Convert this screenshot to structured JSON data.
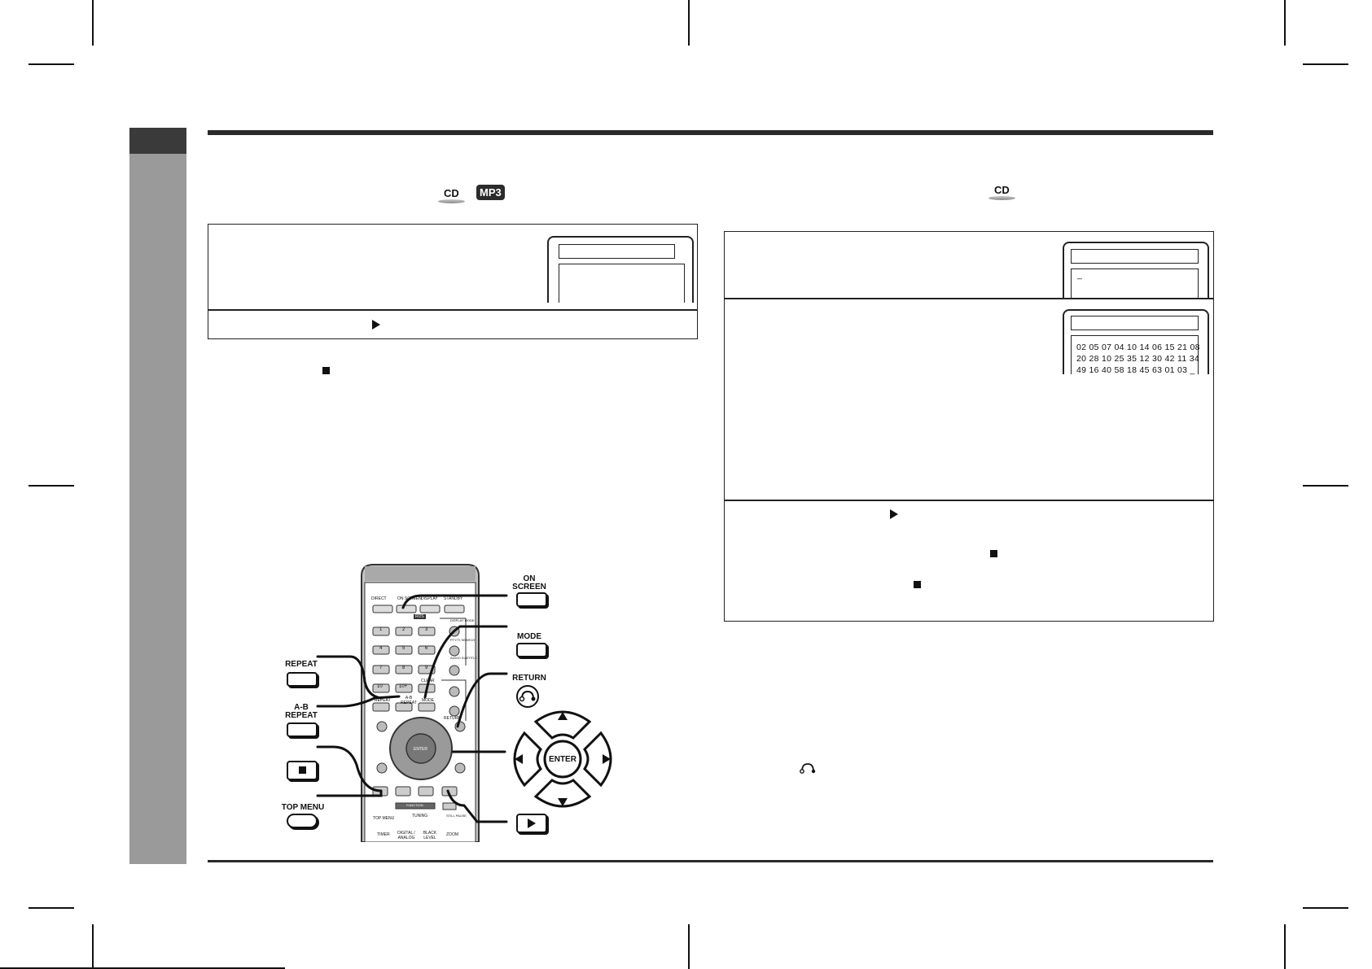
{
  "badges": {
    "cd": "CD",
    "mp3": "MP3"
  },
  "osd": {
    "bottom_cursor": "_",
    "track_row_1": "02 05 07 04 10 14 06 15 21 08",
    "track_row_2": "20 28 10 25 35 12 30 42 11 34",
    "track_row_3": "49 16 40 58 18 45 63 01 03 _"
  },
  "remote": {
    "callouts": {
      "on_screen": "ON\nSCREEN",
      "mode": "MODE",
      "return": "RETURN",
      "repeat": "REPEAT",
      "ab_repeat": "A-B\nREPEAT",
      "top_menu": "TOP MENU",
      "enter": "ENTER"
    },
    "labels": {
      "direct": "DIRECT",
      "on_screen": "ON SCREEN",
      "display": "DISPLAY",
      "standby": "STANDBY",
      "rds": "RDS",
      "display_mode": "DISPLAY MODE",
      "pty_ti_search": "PTY/TI SEARCH",
      "audio_subtitle": "AUDIO SUBTITLE",
      "clear": "CLEAR",
      "repeat": "REPEAT",
      "ab_repeat": "A-B REPEAT",
      "mode": "MODE",
      "return": "RETURN",
      "enter": "ENTER",
      "top_menu": "TOP MENU",
      "tuning": "TUNING",
      "function": "FUNCTION",
      "still_pause": "STILL PAUSE",
      "timer": "TIMER",
      "digital_analog": "DIGITAL / ANALOG",
      "black_level": "BLACK LEVEL",
      "zoom": "ZOOM",
      "num_1": "1",
      "num_2": "2",
      "num_3": "3",
      "num_4": "4",
      "num_5": "5",
      "num_6": "6",
      "num_7": "7",
      "num_8": "8",
      "num_9": "9",
      "num_10": "10",
      "num_10plus": "10+"
    }
  },
  "colors": {
    "sidebar": "#9a9a9a",
    "sidebar_cap": "#3a3a3a",
    "rule": "#2a2a2a",
    "remote_body": "#bdbdbd"
  }
}
